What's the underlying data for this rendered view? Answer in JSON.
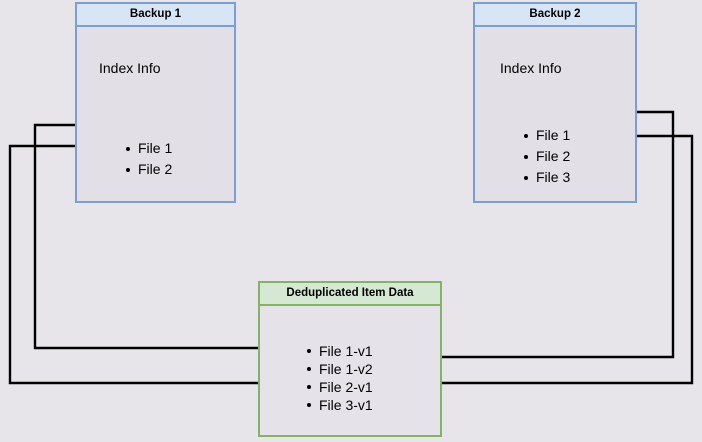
{
  "diagram": {
    "title": "Backup deduplication index diagram",
    "background_color": "#e7e5e9",
    "boxes": [
      {
        "id": "backup1",
        "header": "Backup 1",
        "body_label": "Index Info",
        "border_color": "#7a9fd4",
        "header_color": "#d8e5f7",
        "items": [
          "File 1",
          "File 2"
        ]
      },
      {
        "id": "backup2",
        "header": "Backup 2",
        "body_label": "Index Info",
        "border_color": "#7a9fd4",
        "header_color": "#d8e5f7",
        "items": [
          "File 1",
          "File 2",
          "File 3"
        ]
      },
      {
        "id": "dedup",
        "header": "Deduplicated Item Data",
        "body_label": "",
        "border_color": "#82b366",
        "header_color": "#d5e8d4",
        "items": [
          "File 1-v1",
          "File 1-v2",
          "File 2-v1",
          "File 3-v1"
        ]
      }
    ],
    "connections": [
      {
        "from": "backup1.File 1",
        "to": "dedup.File 1-v1",
        "route": "left"
      },
      {
        "from": "backup1.File 2",
        "to": "dedup.File 2-v1",
        "route": "left"
      },
      {
        "from": "backup2.File 1",
        "to": "dedup.File 1-v2",
        "route": "right"
      },
      {
        "from": "backup2.File 2",
        "to": "dedup.File 2-v1",
        "route": "right"
      }
    ],
    "line_color": "#000000"
  }
}
